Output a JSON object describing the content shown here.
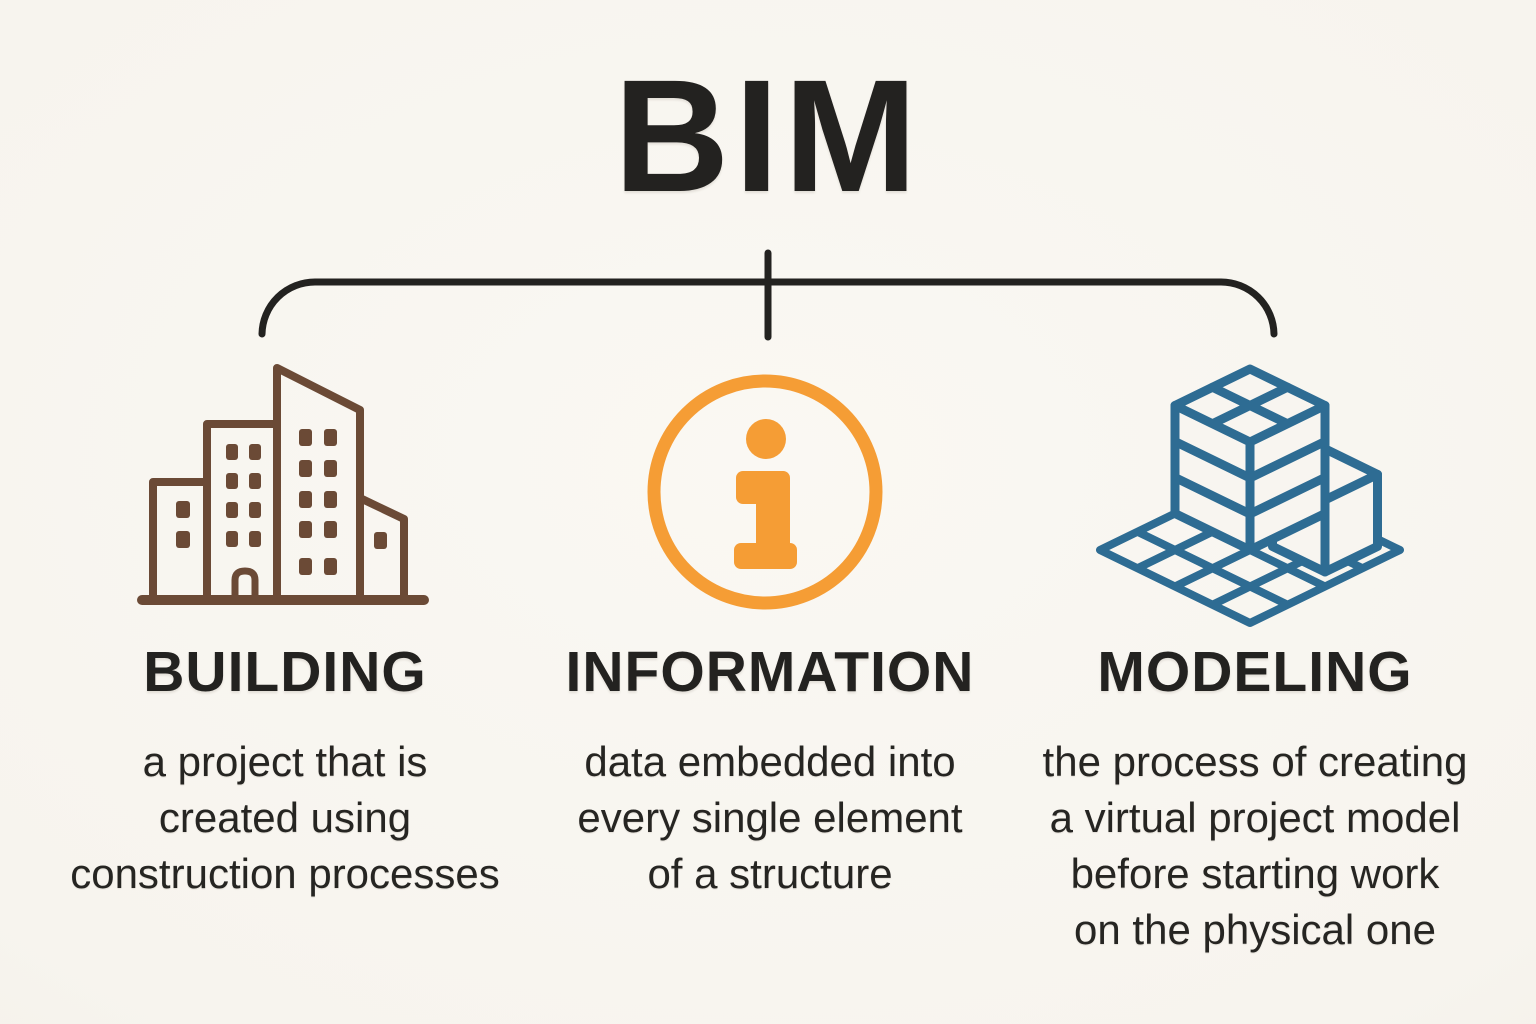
{
  "title": "BIM",
  "colors": {
    "background": "#f8f5f0",
    "ink": "#232220",
    "building_icon": "#6b4a36",
    "information_icon": "#f59d35",
    "modeling_icon": "#2e6c93"
  },
  "columns": [
    {
      "heading": "BUILDING",
      "icon": "city-buildings-icon",
      "lines": [
        "a project that is",
        "created using",
        "construction processes"
      ]
    },
    {
      "heading": "INFORMATION",
      "icon": "info-circle-icon",
      "lines": [
        "data embedded into",
        "every single element",
        "of a structure"
      ]
    },
    {
      "heading": "MODELING",
      "icon": "isometric-building-model-icon",
      "lines": [
        "the process of creating",
        "a virtual project model",
        "before starting work",
        "on the physical one"
      ]
    }
  ]
}
